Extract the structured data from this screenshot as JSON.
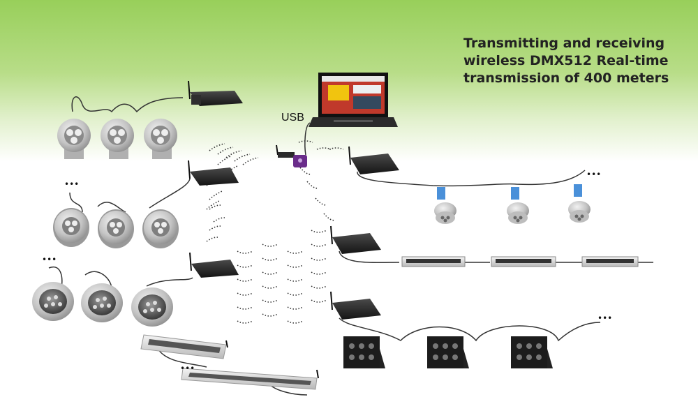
{
  "headline": {
    "line1": "Transmitting and receiving",
    "line2": "wireless DMX512 Real-time",
    "line3": "transmission of 400 meters"
  },
  "usb_label": "USB",
  "colors": {
    "header_green": "#98cf5a",
    "device_black": "#1c1c1c",
    "cable": "#333333",
    "fixture_silver": "#c8c8c8",
    "lens_dark": "#444444"
  },
  "icons": {
    "computer": "laptop-icon",
    "transmitter": "dmx-transmitter-icon",
    "receiver": "wireless-dmx-receiver-icon",
    "signal": "radio-wave-icon",
    "fixtures": [
      "spotlight-icon",
      "inground-light-icon",
      "downlight-icon",
      "led-wall-washer-icon",
      "floodlight-icon",
      "ceiling-light-icon",
      "led-bar-icon"
    ]
  },
  "continuation_marks": [
    "•••",
    "•••",
    "•••",
    "•••",
    "•••"
  ]
}
